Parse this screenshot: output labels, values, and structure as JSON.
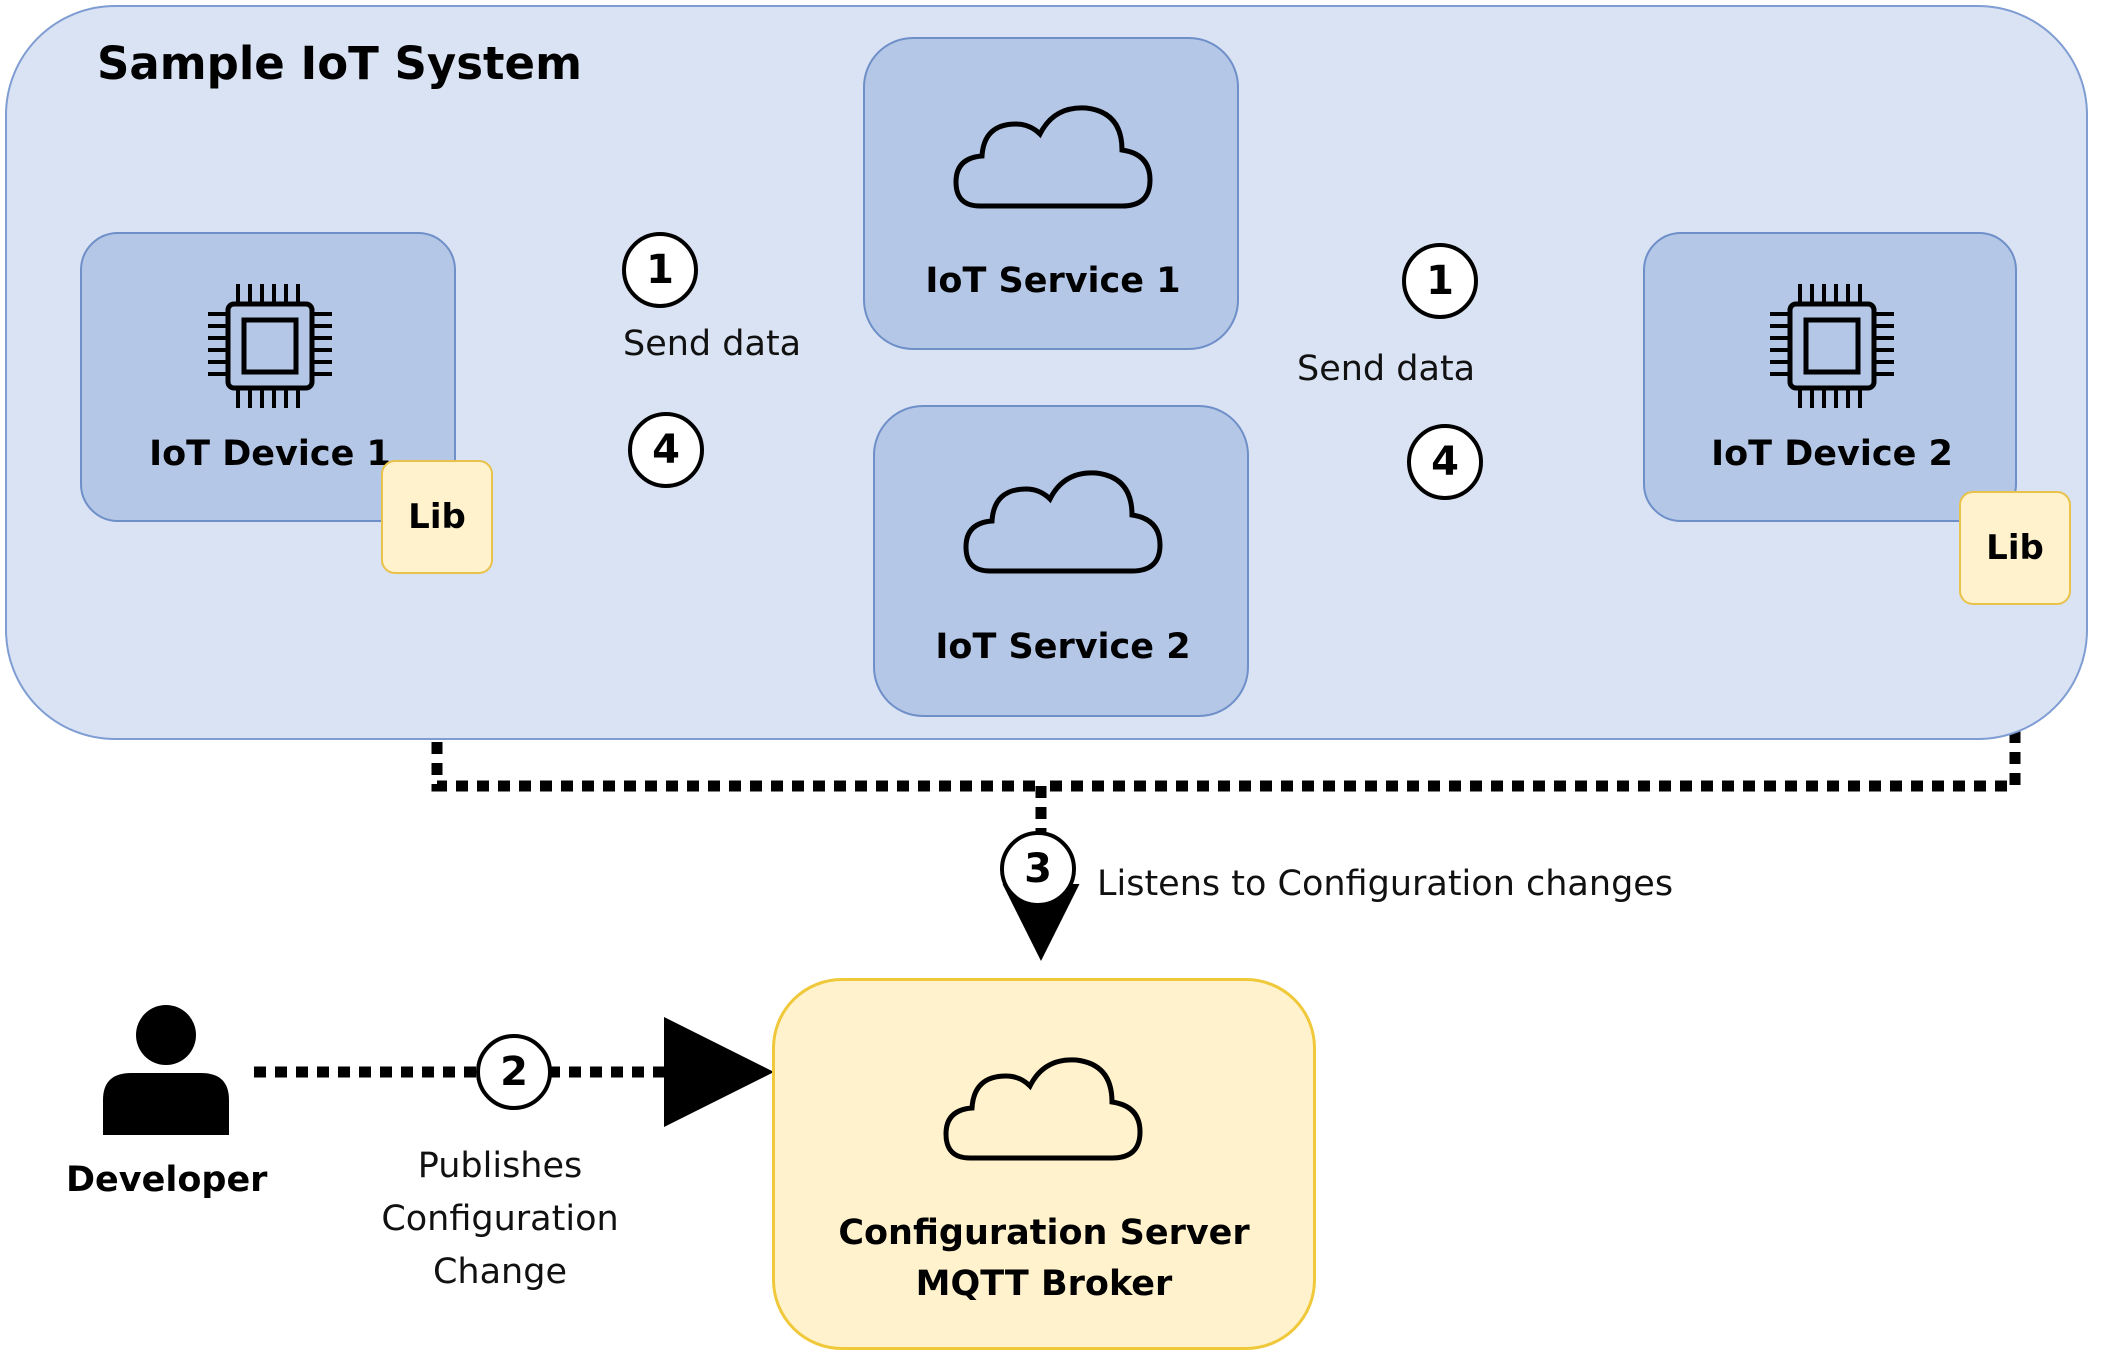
{
  "title": "Sample IoT System",
  "devices": [
    {
      "name": "IoT Device 1",
      "lib": "Lib"
    },
    {
      "name": "IoT Device 2",
      "lib": "Lib"
    }
  ],
  "services": [
    {
      "name": "IoT Service 1"
    },
    {
      "name": "IoT Service 2"
    }
  ],
  "server": {
    "line1": "Configuration Server",
    "line2": "MQTT Broker"
  },
  "developer": {
    "name": "Developer"
  },
  "steps": {
    "send": "1",
    "publish": "2",
    "listen": "3",
    "use": "4"
  },
  "edge_labels": {
    "send_data_left": "Send data",
    "send_data_right": "Send data",
    "listens": "Listens to Configuration changes",
    "publishes": [
      "Publishes",
      "Configuration",
      "Change"
    ]
  },
  "colors": {
    "system_fill": "#dae3f3",
    "node_fill": "#b4c7e7",
    "server_fill": "#fff2cc",
    "arrow": "#000000"
  },
  "icons": {
    "device": "chip-icon",
    "service": "cloud-icon",
    "developer": "person-icon"
  }
}
